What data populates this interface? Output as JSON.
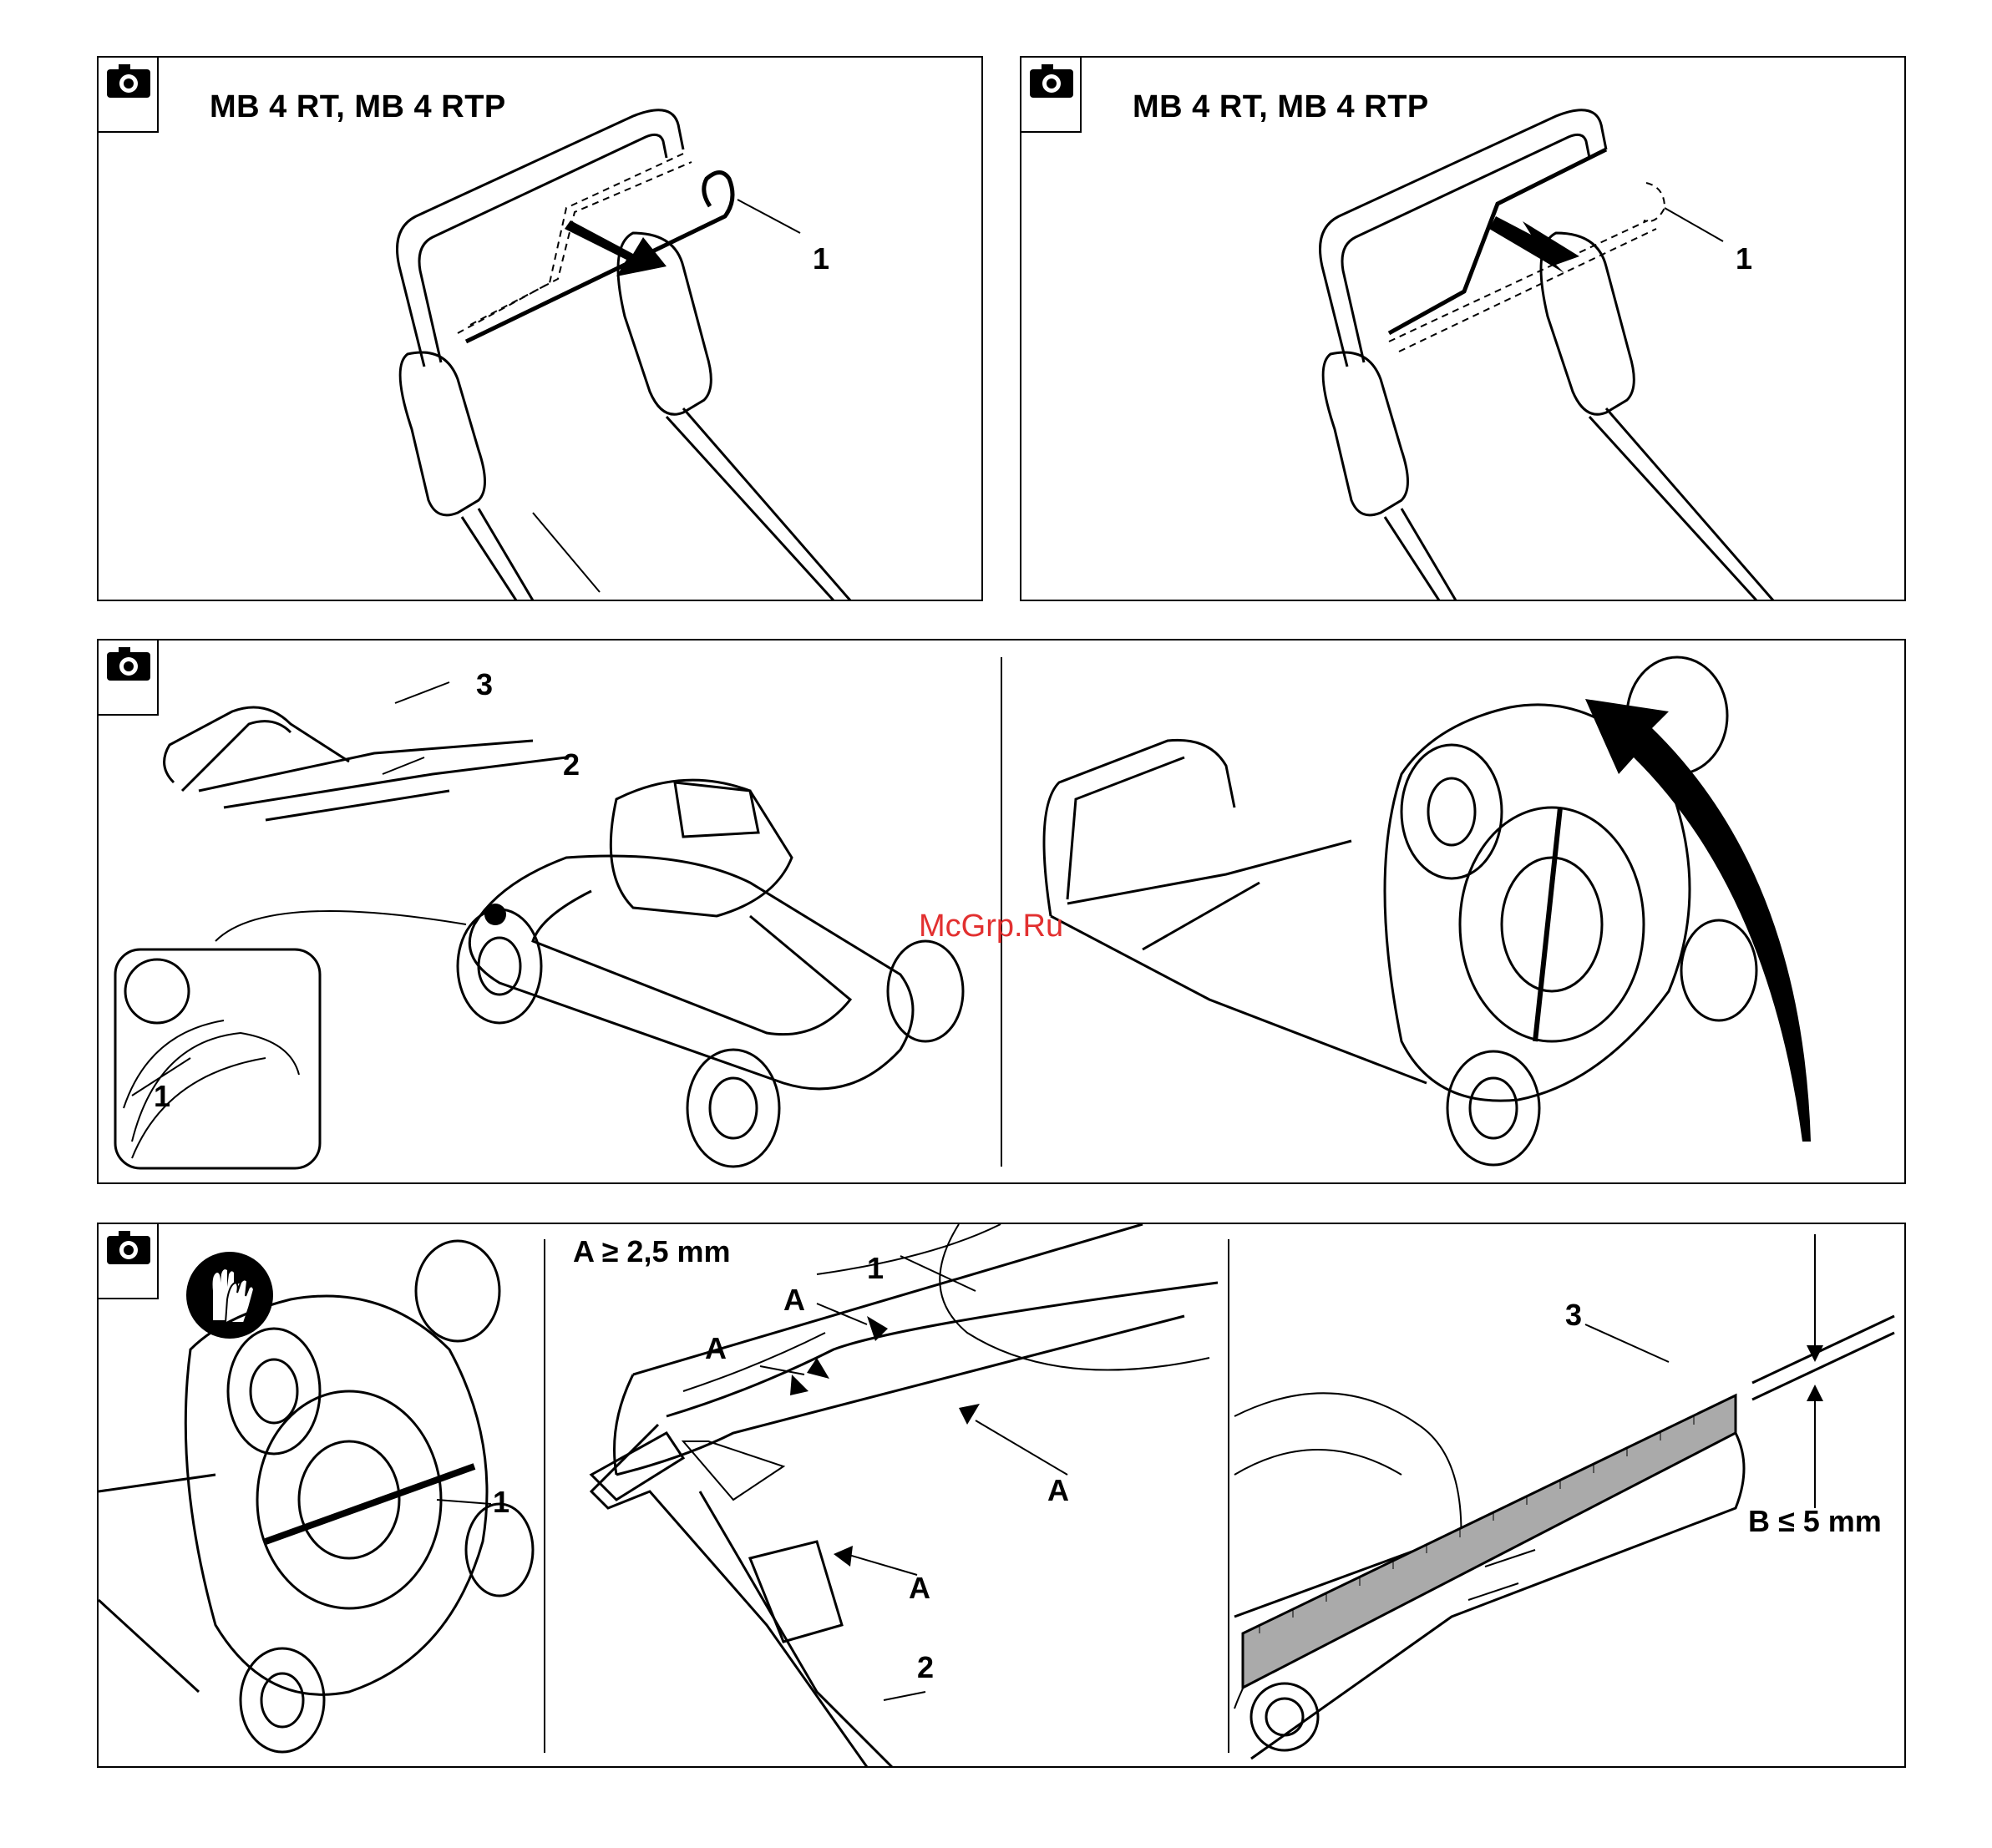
{
  "panels": {
    "top_left": {
      "title": "MB 4 RT, MB 4 RTP",
      "callouts": [
        "1"
      ]
    },
    "top_right": {
      "title": "MB 4 RT, MB 4 RTP",
      "callouts": [
        "1"
      ]
    },
    "middle": {
      "callouts": [
        "3",
        "2",
        "1"
      ]
    },
    "bottom": {
      "callouts_left": [
        "1"
      ],
      "dim_a": "A ≥ 2,5 mm",
      "callouts_center": [
        "1",
        "A",
        "A",
        "A",
        "A",
        "2"
      ],
      "callouts_right": [
        "3"
      ],
      "dim_b": "B ≤ 5 mm"
    }
  },
  "watermark": "McGrp.Ru",
  "icons": [
    "camera-icon",
    "gloves-icon"
  ]
}
